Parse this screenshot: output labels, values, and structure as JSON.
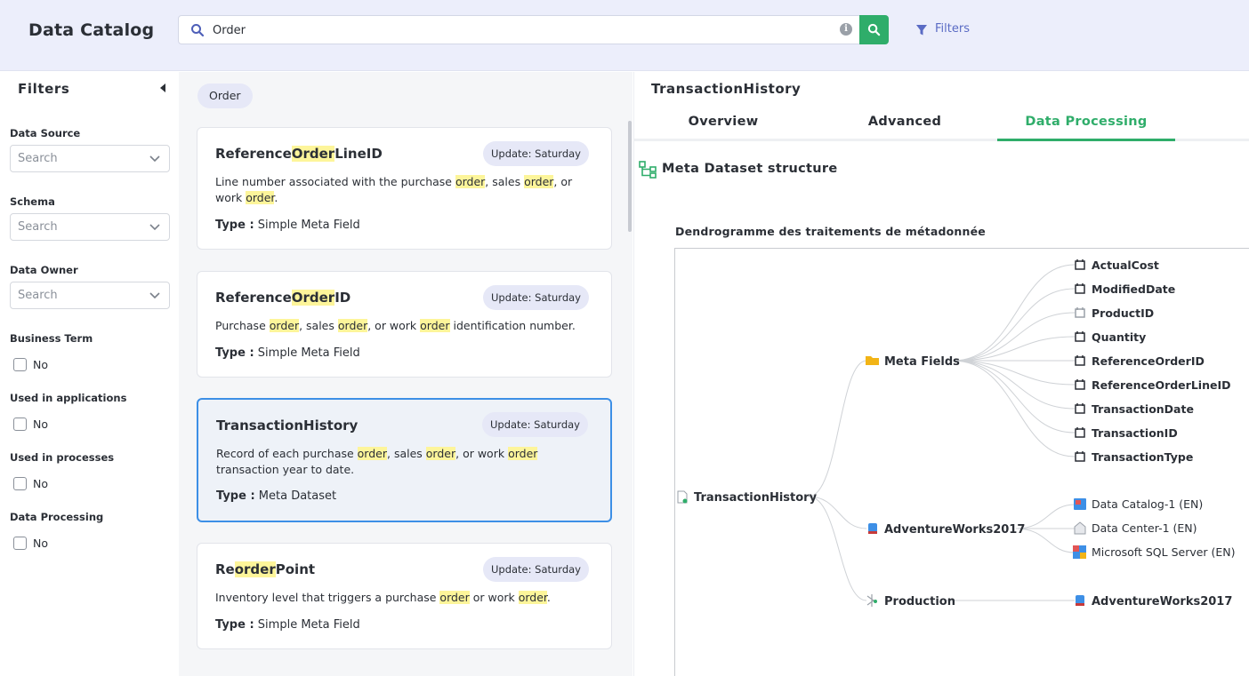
{
  "app": {
    "title": "Data Catalog"
  },
  "search": {
    "value": "Order",
    "placeholder": ""
  },
  "header": {
    "filters_label": "Filters"
  },
  "filters": {
    "title": "Filters",
    "data_source": {
      "label": "Data Source",
      "placeholder": "Search"
    },
    "schema": {
      "label": "Schema",
      "placeholder": "Search"
    },
    "data_owner": {
      "label": "Data Owner",
      "placeholder": "Search"
    },
    "business_term": {
      "label": "Business Term",
      "option": "No"
    },
    "used_in_applications": {
      "label": "Used in applications",
      "option": "No"
    },
    "used_in_processes": {
      "label": "Used in processes",
      "option": "No"
    },
    "data_processing": {
      "label": "Data Processing",
      "option": "No"
    }
  },
  "results": {
    "query_chip": "Order",
    "type_label": "Type :",
    "items": [
      {
        "title_parts": [
          "Reference",
          "Order",
          "LineID"
        ],
        "badge": "Update: Saturday",
        "desc_parts": [
          "Line number associated with the purchase ",
          "order",
          ", sales ",
          "order",
          ", or work ",
          "order",
          "."
        ],
        "type": "Simple Meta Field"
      },
      {
        "title_parts": [
          "Reference",
          "Order",
          "ID"
        ],
        "badge": "Update: Saturday",
        "desc_parts": [
          "Purchase ",
          "order",
          ", sales ",
          "order",
          ", or work ",
          "order",
          " identification number."
        ],
        "type": "Simple Meta Field"
      },
      {
        "title_parts": [
          "TransactionHistory",
          "",
          ""
        ],
        "badge": "Update: Saturday",
        "desc_parts": [
          "Record of each purchase ",
          "order",
          ", sales ",
          "order",
          ", or work ",
          "order",
          " transaction year to date."
        ],
        "type": "Meta Dataset"
      },
      {
        "title_parts": [
          "Re",
          "order",
          "Point"
        ],
        "badge": "Update: Saturday",
        "desc_parts": [
          "Inventory level that triggers a purchase ",
          "order",
          " or work ",
          "order",
          ".",
          "",
          ""
        ],
        "type": "Simple Meta Field"
      }
    ]
  },
  "detail": {
    "title": "TransactionHistory",
    "tabs": [
      "Overview",
      "Advanced",
      "Data Processing"
    ],
    "active_tab": "Data Processing",
    "section_title": "Meta Dataset structure",
    "dendrogram_title": "Dendrogramme des traitements de métadonnée",
    "tree": {
      "root": "TransactionHistory",
      "meta_fields_label": "Meta Fields",
      "meta_fields": [
        "ActualCost",
        "ModifiedDate",
        "ProductID",
        "Quantity",
        "ReferenceOrderID",
        "ReferenceOrderLineID",
        "TransactionDate",
        "TransactionID",
        "TransactionType"
      ],
      "source_db": "AdventureWorks2017",
      "source_children": [
        "Data Catalog-1 (EN)",
        "Data Center-1 (EN)",
        "Microsoft SQL Server (EN)"
      ],
      "process": "Production",
      "process_child": "AdventureWorks2017"
    }
  },
  "colors": {
    "accent_green": "#2fad6a",
    "accent_blue": "#5a6bc4",
    "highlight": "#fdf59a",
    "selected_border": "#3d8fe6"
  }
}
